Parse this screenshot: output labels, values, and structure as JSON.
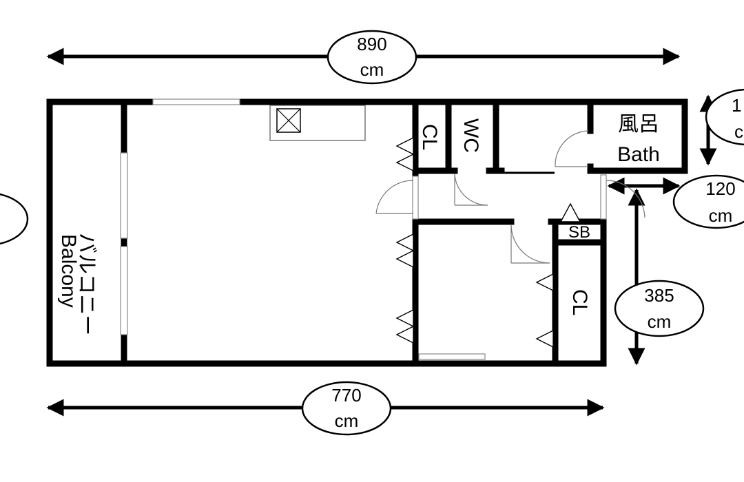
{
  "dimensions": {
    "top_width": {
      "value": "890",
      "unit": "cm"
    },
    "bottom_width": {
      "value": "770",
      "unit": "cm"
    },
    "corridor_gap": {
      "value": "120",
      "unit": "cm"
    },
    "right_height": {
      "value": "385",
      "unit": "cm"
    },
    "top_right_partial": {
      "value": "1",
      "unit": "c"
    }
  },
  "rooms": {
    "balcony_jp": "バルコニー",
    "balcony_en": "Balcony",
    "closet_top": "CL",
    "wc": "WC",
    "bath_jp": "風呂",
    "bath_en": "Bath",
    "shoe_box": "SB",
    "closet_right": "CL"
  }
}
